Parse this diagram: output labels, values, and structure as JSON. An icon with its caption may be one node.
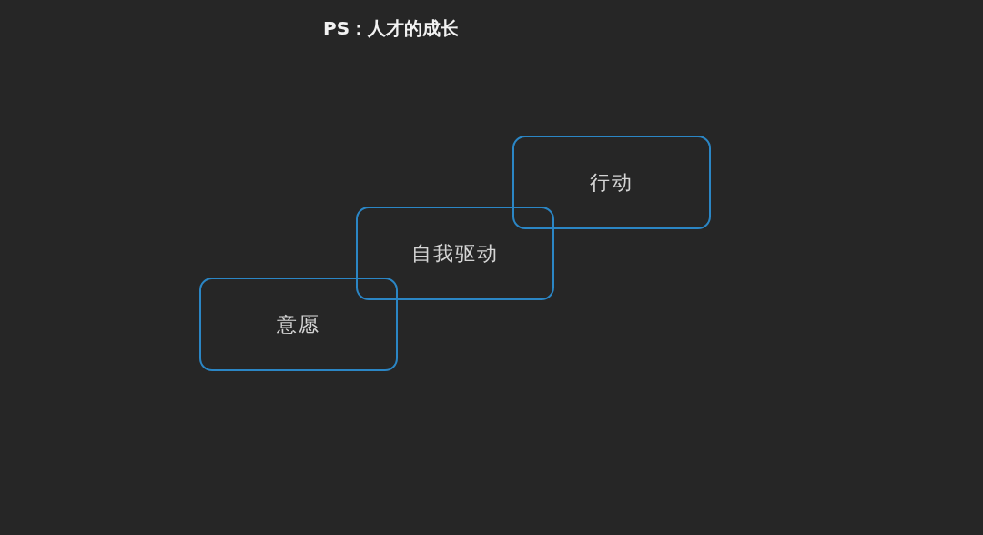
{
  "diagram": {
    "title": "PS：人才的成长",
    "nodes": [
      {
        "text": [
          "意愿"
        ]
      },
      {
        "text": [
          "自我驱动"
        ]
      },
      {
        "text": [
          "行动"
        ]
      }
    ]
  }
}
